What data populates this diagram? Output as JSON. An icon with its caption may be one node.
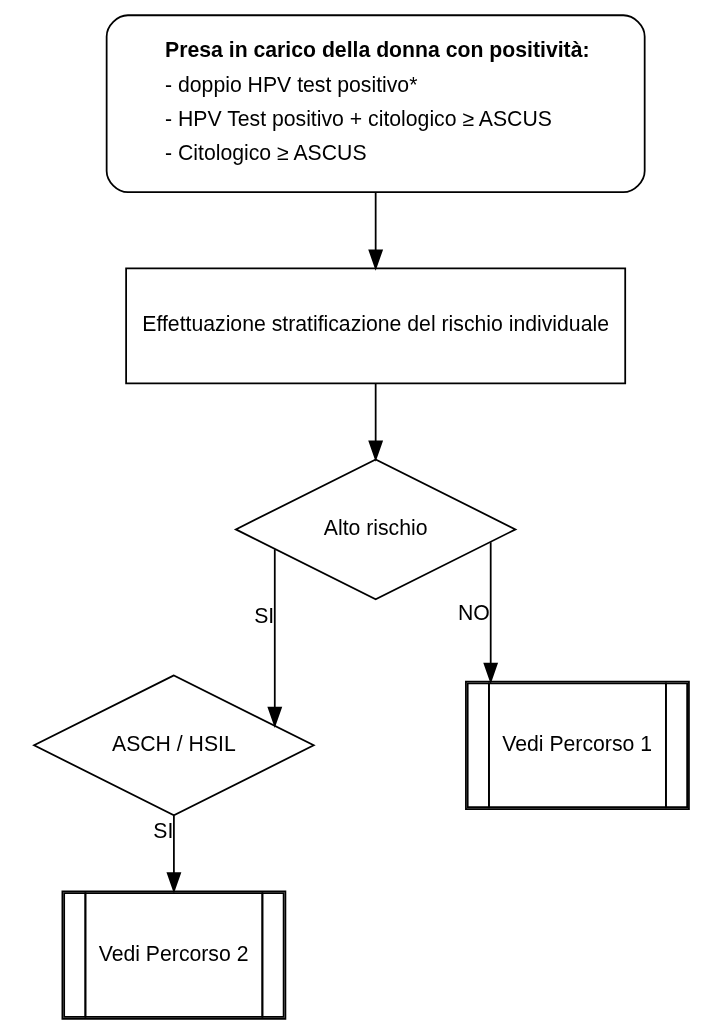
{
  "diagram": {
    "nodes": [
      {
        "text": [
          "Presa in carico della donna con positività:",
          "- doppio HPV test positivo*",
          "- HPV Test positivo + citologico ≥ ASCUS",
          "- Citologico ≥ ASCUS"
        ]
      },
      {
        "text": [
          "Effettuazione stratificazione del rischio individuale"
        ]
      },
      {
        "text": [
          "Alto rischio"
        ]
      },
      {
        "text": [
          "ASCH / HSIL"
        ]
      },
      {
        "text": [
          "Vedi Percorso 1"
        ]
      },
      {
        "text": [
          "Vedi Percorso 2"
        ]
      }
    ],
    "edges": [
      {
        "from": 0,
        "to": 1,
        "arrow": "to"
      },
      {
        "from": 1,
        "to": 2,
        "arrow": "to"
      },
      {
        "from": 2,
        "to": 3,
        "arrow": "to",
        "label": "SI"
      },
      {
        "from": 2,
        "to": 4,
        "arrow": "to",
        "label": "NO"
      },
      {
        "from": 3,
        "to": 5,
        "arrow": "to",
        "label": "SI"
      }
    ]
  }
}
